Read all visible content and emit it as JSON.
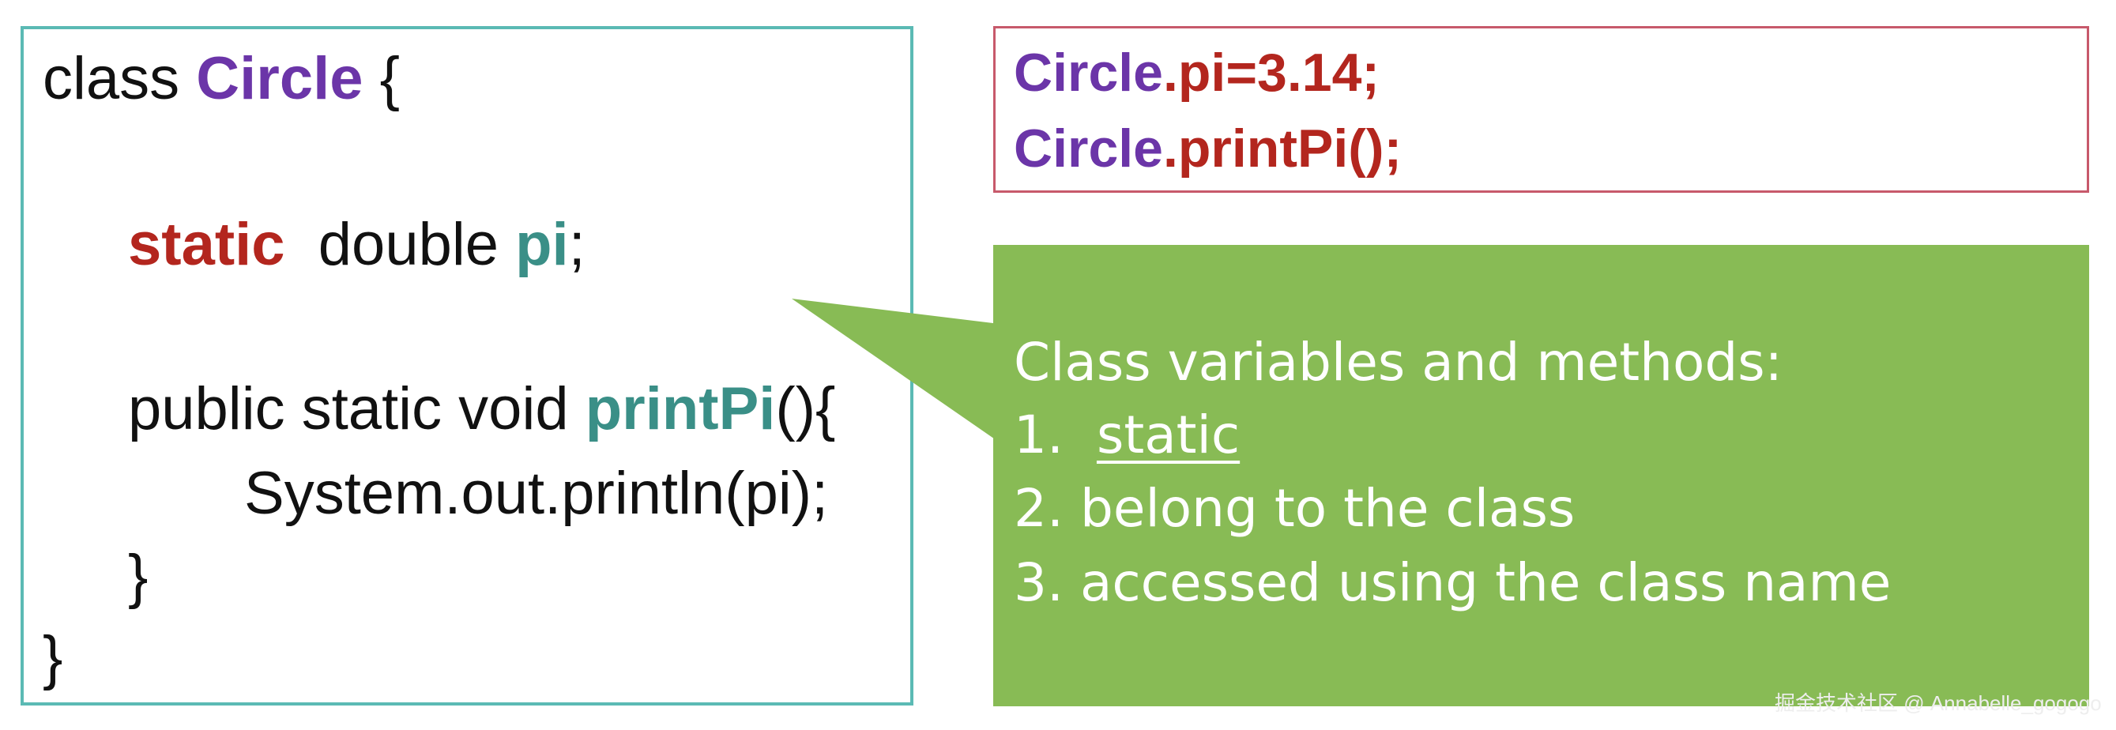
{
  "code": {
    "line1": {
      "kw": "class ",
      "name": "Circle",
      "brace": " {"
    },
    "line2": {
      "mod": "static",
      "type": "  double ",
      "var": "pi",
      "end": ";"
    },
    "line3": {
      "sig": "public static void ",
      "method": "printPi",
      "end": "(){"
    },
    "line4": "System.out.println(pi);",
    "line5": "}",
    "line6": "}"
  },
  "usage": {
    "line1": {
      "cls": "Circle",
      "rest": ".pi=3.14;"
    },
    "line2": {
      "cls": "Circle",
      "rest": ".printPi();"
    }
  },
  "note": {
    "title": "Class variables and methods:",
    "item1_num": "1.  ",
    "item1_text": "static",
    "item2": "2. belong to the class",
    "item3": "3. accessed using the class name"
  },
  "watermark": "掘金技术社区 @ Annabelle_gogogo",
  "colors": {
    "code_border": "#5bbab4",
    "usage_border": "#c7596b",
    "class_name": "#6b35a8",
    "keyword_static": "#b3261e",
    "identifier": "#3a8f87",
    "callout_fill": "#88bb55"
  }
}
